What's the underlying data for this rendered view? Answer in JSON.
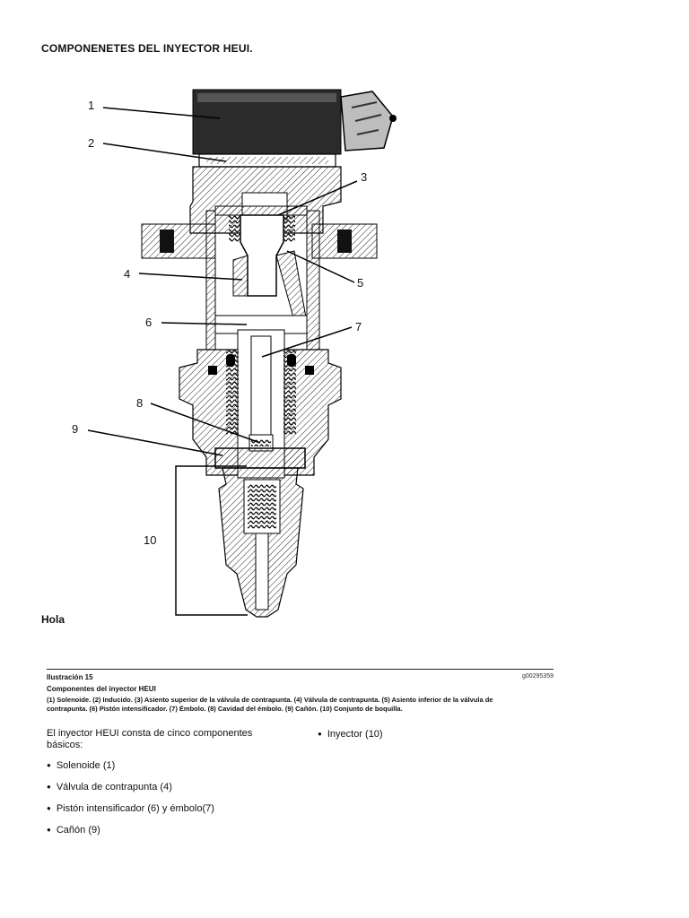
{
  "page_title": "COMPONENETES DEL INYECTOR HEUI.",
  "diagram": {
    "callouts": [
      "1",
      "2",
      "3",
      "4",
      "5",
      "6",
      "7",
      "8",
      "9",
      "10"
    ]
  },
  "hola": "Hola",
  "caption": {
    "heading": "Ilustración 15",
    "reference": "g00295359",
    "subtitle": "Componentes del inyector HEUI",
    "legend_line1": "(1) Solenoide. (2) Inducido. (3) Asiento superior de la válvula de contrapunta. (4) Válvula de contrapunta. (5) Asiento inferior de la válvula de",
    "legend_line2": "contrapunta. (6) Pistón intensificador. (7) Émbolo. (8) Cavidad del émbolo. (9) Cañón. (10) Conjunto de boquilla."
  },
  "body": {
    "intro": "El inyector HEUI consta de cinco componentes básicos:",
    "bullets_left": [
      "Solenoide (1)",
      "Válvula de contrapunta (4)",
      "Pistón intensificador (6) y émbolo(7)",
      "Cañón (9)"
    ],
    "bullets_right": [
      "Inyector (10)"
    ]
  }
}
